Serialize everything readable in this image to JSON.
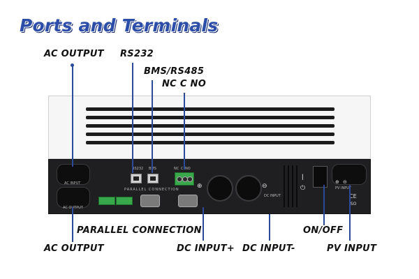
{
  "title": "Ports and Terminals",
  "labels": {
    "ac_output_top": "AC OUTPUT",
    "rs232": "RS232",
    "bms": "BMS/RS485",
    "nc_c_no": "NC C NO",
    "parallel": "PARALLEL CONNECTION",
    "ac_output_bottom": "AC OUTPUT",
    "dc_input_plus": "DC INPUT+",
    "dc_input_minus": "DC INPUT-",
    "on_off": "ON/OFF",
    "pv_input": "PV INPUT"
  },
  "panel_text": {
    "ac_input": "AC INPUT",
    "ac_output": "AC OUTPUT",
    "parallel_connection": "PARALLEL CONNECTION",
    "dc_input": "DC INPUT",
    "pv_input": "PV INPUT",
    "rs232": "RS232",
    "bms": "BMS",
    "nc": "NC",
    "c": "C",
    "no": "NO"
  },
  "colors": {
    "title": "#2d4ea8",
    "leader": "#2b4a9a"
  }
}
